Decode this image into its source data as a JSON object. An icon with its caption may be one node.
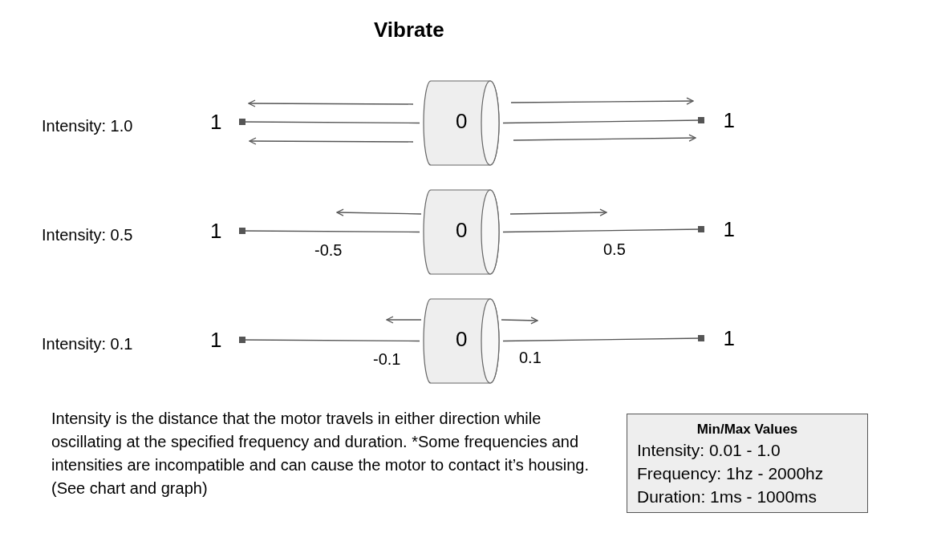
{
  "diagram": {
    "title": "Vibrate",
    "nodes": [
      {
        "text": [
          "0"
        ]
      },
      {
        "text": [
          "1"
        ]
      },
      {
        "text": [
          "1"
        ]
      },
      {
        "text": [
          "0"
        ]
      },
      {
        "text": [
          "1"
        ]
      },
      {
        "text": [
          "1"
        ]
      },
      {
        "text": [
          "0"
        ]
      },
      {
        "text": [
          "1"
        ]
      },
      {
        "text": [
          "1"
        ]
      },
      {
        "text": [
          "Min/Max Values",
          "Intensity: 0.01 - 1.0",
          "Frequency: 1hz - 2000hz",
          "Duration: 1ms - 1000ms"
        ]
      }
    ],
    "edges": [
      {
        "from": 0,
        "to": 1,
        "arrow": "other"
      },
      {
        "from": 0,
        "to": 2,
        "arrow": "other"
      },
      {
        "from": 3,
        "to": 4,
        "arrow": "other"
      },
      {
        "from": 3,
        "to": 5,
        "arrow": "other"
      },
      {
        "from": 6,
        "to": 7,
        "arrow": "other"
      },
      {
        "from": 6,
        "to": 8,
        "arrow": "other"
      }
    ],
    "labels": [
      "Intensity: 1.0",
      "Intensity: 0.5",
      "-0.5",
      "0.5",
      "Intensity: 0.1",
      "-0.1",
      "0.1",
      "Intensity is the distance that the motor travels in either direction while oscillating at the specified frequency and duration. *Some frequencies and intensities are incompatible and can cause the motor to contact it’s housing. (See chart and graph)"
    ]
  }
}
